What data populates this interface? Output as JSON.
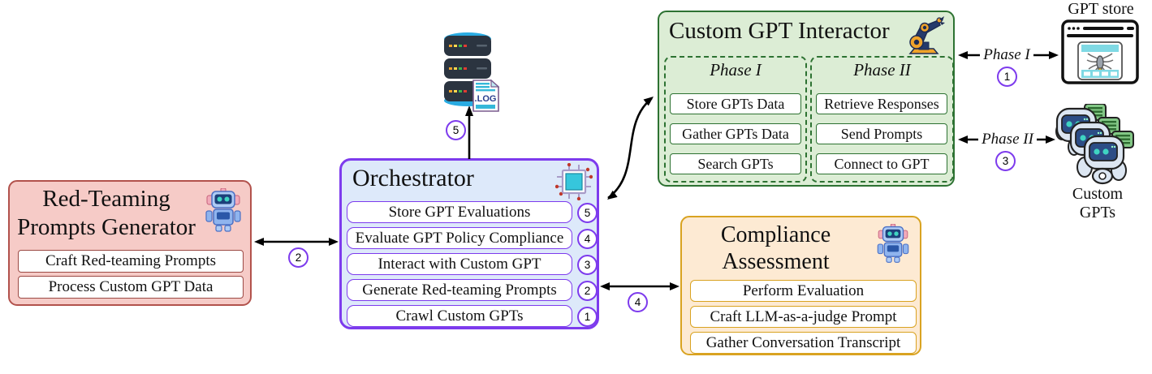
{
  "generator": {
    "title_line1": "Red-Teaming",
    "title_line2": "Prompts Generator",
    "items": [
      "Craft Red-teaming Prompts",
      "Process Custom GPT Data"
    ]
  },
  "orchestrator": {
    "title": "Orchestrator",
    "steps": [
      {
        "label": "Store GPT Evaluations",
        "num": "5"
      },
      {
        "label": "Evaluate GPT Policy Compliance",
        "num": "4"
      },
      {
        "label": "Interact with Custom GPT",
        "num": "3"
      },
      {
        "label": "Generate Red-teaming Prompts",
        "num": "2"
      },
      {
        "label": "Crawl Custom GPTs",
        "num": "1"
      }
    ]
  },
  "interactor": {
    "title": "Custom GPT Interactor",
    "phases": [
      {
        "title": "Phase I",
        "items": [
          "Store GPTs Data",
          "Gather GPTs Data",
          "Search GPTs"
        ]
      },
      {
        "title": "Phase II",
        "items": [
          "Retrieve Responses",
          "Send Prompts",
          "Connect to GPT"
        ]
      }
    ]
  },
  "compliance": {
    "title_line1": "Compliance",
    "title_line2": "Assessment",
    "items": [
      "Perform Evaluation",
      "Craft LLM-as-a-judge Prompt",
      "Gather Conversation Transcript"
    ]
  },
  "externals": {
    "gpt_store_label": "GPT store",
    "custom_gpts_label": "Custom GPTs",
    "log_file_label": ".LOG"
  },
  "connections": {
    "phase1": {
      "label": "Phase I",
      "num": "1"
    },
    "generator_link": {
      "num": "2"
    },
    "phase2": {
      "label": "Phase II",
      "num": "3"
    },
    "compliance_link": {
      "num": "4"
    },
    "storage_link": {
      "num": "5"
    }
  },
  "colors": {
    "generator_fill": "#f6cbc7",
    "generator_border": "#b2524c",
    "orchestrator_fill": "#dde9fa",
    "orchestrator_border": "#7d3bed",
    "interactor_fill": "#dcedd5",
    "interactor_border": "#2d7232",
    "compliance_fill": "#fdead3",
    "compliance_border": "#d9a321",
    "badge_border": "#7d3bed",
    "arrow": "#000000"
  }
}
